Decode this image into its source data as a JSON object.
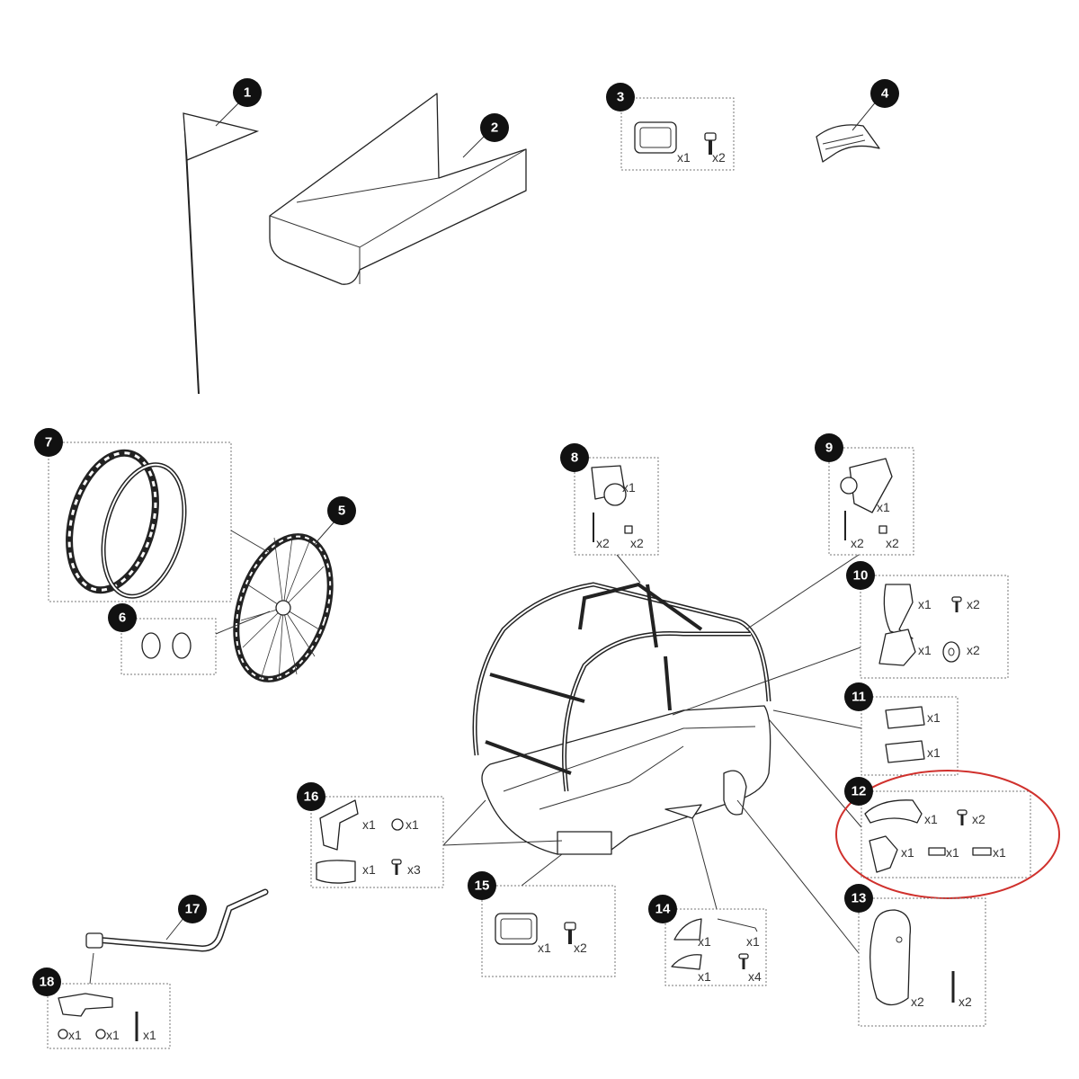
{
  "diagram": {
    "type": "exploded parts diagram",
    "highlight_color": "#d0312d",
    "callout_color": "#111111"
  },
  "parts": {
    "p1": {
      "number": "1",
      "qty": []
    },
    "p2": {
      "number": "2",
      "qty": []
    },
    "p3": {
      "number": "3",
      "qty": [
        "x1",
        "x2"
      ]
    },
    "p4": {
      "number": "4",
      "qty": []
    },
    "p5": {
      "number": "5",
      "qty": []
    },
    "p6": {
      "number": "6",
      "qty": []
    },
    "p7": {
      "number": "7",
      "qty": []
    },
    "p8": {
      "number": "8",
      "qty": [
        "x1",
        "x2",
        "x2"
      ]
    },
    "p9": {
      "number": "9",
      "qty": [
        "x1",
        "x2",
        "x2"
      ]
    },
    "p10": {
      "number": "10",
      "qty": [
        "x1",
        "x2",
        "x1",
        "x2"
      ]
    },
    "p11": {
      "number": "11",
      "qty": [
        "x1",
        "x1"
      ]
    },
    "p12": {
      "number": "12",
      "qty": [
        "x1",
        "x2",
        "x1",
        "x1",
        "x1"
      ],
      "highlighted": true
    },
    "p13": {
      "number": "13",
      "qty": [
        "x2",
        "x2"
      ]
    },
    "p14": {
      "number": "14",
      "qty": [
        "x1",
        "x1",
        "x1",
        "x4"
      ]
    },
    "p15": {
      "number": "15",
      "qty": [
        "x1",
        "x2"
      ]
    },
    "p16": {
      "number": "16",
      "qty": [
        "x1",
        "x1",
        "x1",
        "x3"
      ]
    },
    "p17": {
      "number": "17",
      "qty": []
    },
    "p18": {
      "number": "18",
      "qty": [
        "x1",
        "x1",
        "x1"
      ]
    }
  }
}
